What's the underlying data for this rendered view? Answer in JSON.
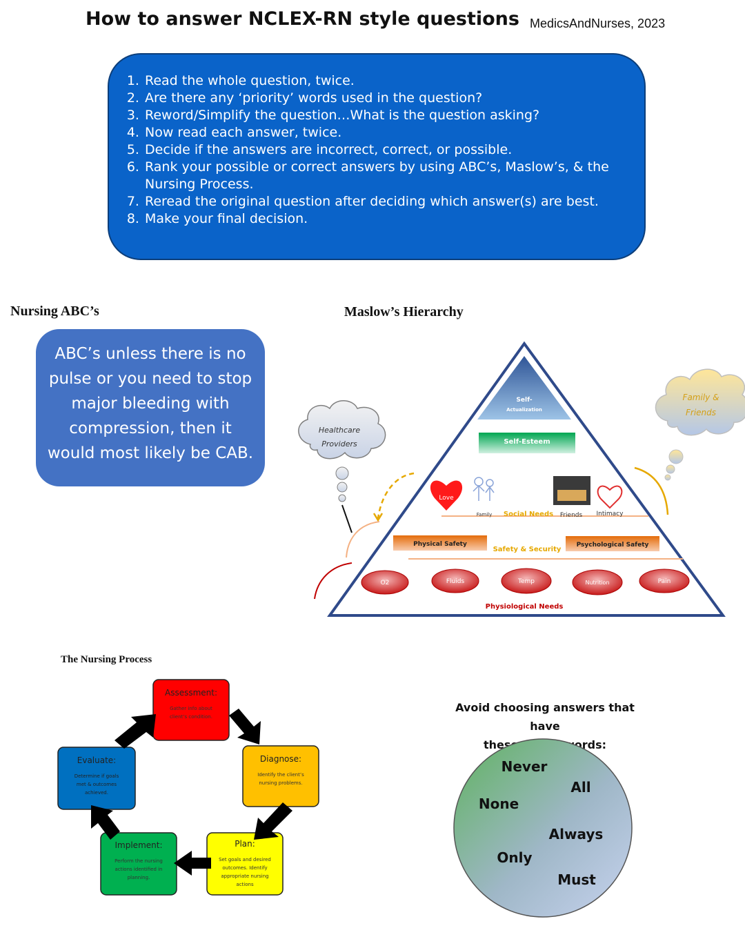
{
  "header": {
    "title": "How to answer NCLEX-RN style questions",
    "credit": "MedicsAndNurses, 2023"
  },
  "steps": [
    "Read the whole question, twice.",
    "Are there any ‘priority’ words used in the question?",
    "Reword/Simplify the question…What is the question asking?",
    "Now read each answer, twice.",
    "Decide if the answers are incorrect, correct, or possible.",
    "Rank your possible or correct answers by using ABC’s, Maslow’s, & the Nursing Process.",
    "Reread the original question after deciding which answer(s) are best.",
    "Make your final decision."
  ],
  "abc": {
    "heading": "Nursing ABC’s",
    "text": "ABC’s unless there is no pulse or you need to stop major bleeding with compression, then it would most likely be CAB."
  },
  "maslow": {
    "heading": "Maslow’s Hierarchy",
    "self_actualization": [
      "Self-",
      "Actualization"
    ],
    "self_esteem": "Self-Esteem",
    "love": "Love",
    "family": "Family",
    "social_needs": "Social Needs",
    "friends": "Friends",
    "intimacy": "Intimacy",
    "physical_safety": "Physical Safety",
    "safety_security": "Safety & Security",
    "psychological_safety": "Psychological Safety",
    "physiological_items": [
      "O2",
      "Fluids",
      "Temp",
      "Nutrition",
      "Pain"
    ],
    "physiological_needs": "Physiological Needs",
    "cloud_left": [
      "Healthcare",
      "Providers"
    ],
    "cloud_right": [
      "Family &",
      "Friends"
    ]
  },
  "nursing_process": {
    "heading": "The Nursing Process",
    "steps": [
      {
        "title": "Assessment:",
        "desc": [
          "Gather info about",
          "client’s condition."
        ],
        "color": "#ff0000"
      },
      {
        "title": "Diagnose:",
        "desc": [
          "Identify the client’s",
          "nursing problems."
        ],
        "color": "#ffc000"
      },
      {
        "title": "Plan:",
        "desc": [
          "Set goals and desired",
          "outcomes. Identify",
          "appropriate nursing",
          "actions"
        ],
        "color": "#ffff00"
      },
      {
        "title": "Implement:",
        "desc": [
          "Perform the nursing",
          "actions identified in",
          "planning."
        ],
        "color": "#00b050"
      },
      {
        "title": "Evaluate:",
        "desc": [
          "Determine if goals",
          "met & outcomes",
          "achieved."
        ],
        "color": "#0070c0"
      }
    ]
  },
  "global_words": {
    "heading_line1": "Avoid choosing answers that have",
    "heading_line2": "these global words:",
    "words": [
      "Never",
      "All",
      "None",
      "Always",
      "Only",
      "Must"
    ]
  },
  "colors": {
    "steps_box": "#0a63c9",
    "abc_box": "#4472c4",
    "pyramid_stroke": "#2f4a8a",
    "accent_red": "#c00000"
  }
}
